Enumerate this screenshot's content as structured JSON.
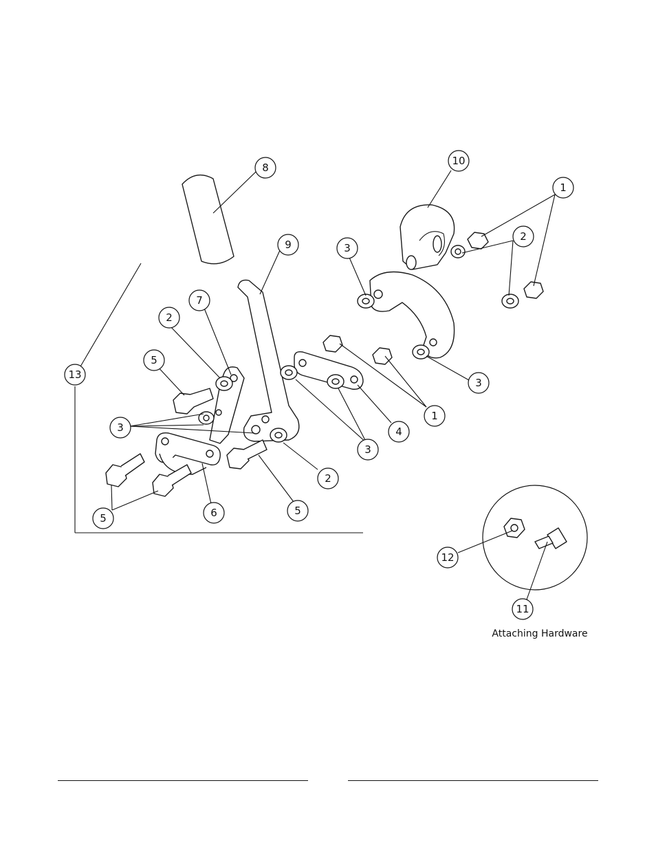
{
  "caption": "Attaching Hardware",
  "callouts": [
    {
      "id": "c8",
      "label": "8"
    },
    {
      "id": "c10",
      "label": "10"
    },
    {
      "id": "c1a",
      "label": "1"
    },
    {
      "id": "c2a",
      "label": "2"
    },
    {
      "id": "c9",
      "label": "9"
    },
    {
      "id": "c3a",
      "label": "3"
    },
    {
      "id": "c7",
      "label": "7"
    },
    {
      "id": "c2b",
      "label": "2"
    },
    {
      "id": "c5a",
      "label": "5"
    },
    {
      "id": "c13",
      "label": "13"
    },
    {
      "id": "c3b",
      "label": "3"
    },
    {
      "id": "c3c",
      "label": "3"
    },
    {
      "id": "c3d",
      "label": "3"
    },
    {
      "id": "c4",
      "label": "4"
    },
    {
      "id": "c1b",
      "label": "1"
    },
    {
      "id": "c2c",
      "label": "2"
    },
    {
      "id": "c5b",
      "label": "5"
    },
    {
      "id": "c6",
      "label": "6"
    },
    {
      "id": "c5c",
      "label": "5"
    },
    {
      "id": "c12",
      "label": "12"
    },
    {
      "id": "c11",
      "label": "11"
    }
  ]
}
